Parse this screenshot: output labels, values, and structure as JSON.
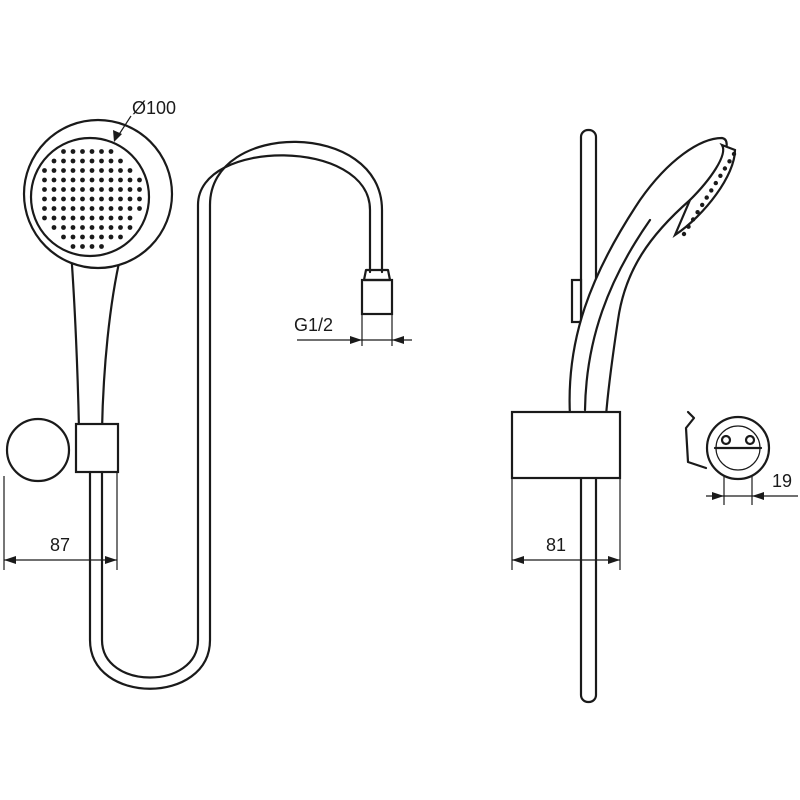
{
  "dimensions": {
    "head_diameter": "Ø100",
    "hose_connection": "G1/2",
    "front_width": "87",
    "side_width": "81",
    "bracket_depth": "19"
  }
}
